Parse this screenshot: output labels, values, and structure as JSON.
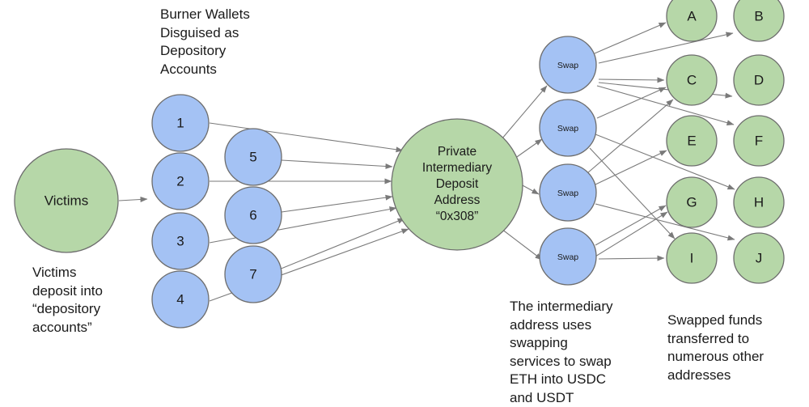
{
  "captions": {
    "burner": "Burner Wallets\nDisguised as\nDepository\nAccounts",
    "victims_note": "Victims\ndeposit into\n“depository\naccounts”",
    "swap_note": "The intermediary\naddress uses\nswapping\nservices to swap\nETH into USDC\nand USDT",
    "transfer_note": "Swapped funds\ntransferred to\nnumerous other\naddresses"
  },
  "nodes": {
    "victims": "Victims",
    "w1": "1",
    "w2": "2",
    "w3": "3",
    "w4": "4",
    "w5": "5",
    "w6": "6",
    "w7": "7",
    "hub_lines": [
      "Private",
      "Intermediary",
      "Deposit",
      "Address",
      "“0x308”"
    ],
    "swap_label": "Swap",
    "a": "A",
    "b": "B",
    "c": "C",
    "d": "D",
    "e": "E",
    "f": "F",
    "g": "G",
    "h": "H",
    "i": "I",
    "j": "J"
  },
  "colors": {
    "wallet_fill": "#a4c2f4",
    "green_fill": "#b6d7a8",
    "outline": "#6d6d6d",
    "arrow": "#7a7a7a"
  }
}
